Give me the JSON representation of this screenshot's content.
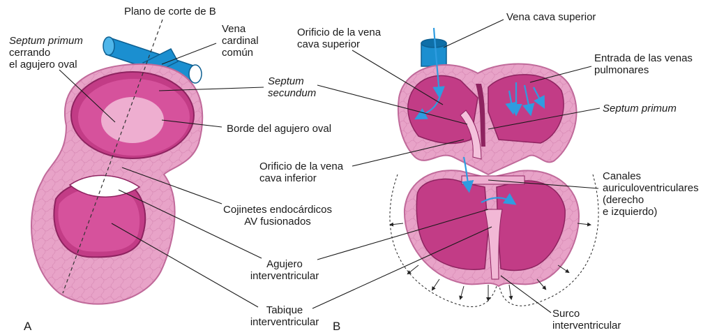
{
  "panel_a": {
    "letter": "A",
    "labels": {
      "plane": "Plano de corte de B",
      "septum_primum_title": "Septum primum",
      "septum_primum_rest": "cerrando\nel agujero oval",
      "vena_cardinal": "Vena\ncardinal\ncomún",
      "septum_secundum": "Septum\nsecundum",
      "borde": "Borde del agujero oval",
      "cojinetes": "Cojinetes endocárdicos\nAV fusionados",
      "agujero_iv": "Agujero\ninterventricular",
      "tabique": "Tabique\ninterventricular"
    }
  },
  "panel_b": {
    "letter": "B",
    "labels": {
      "vena_cava_sup": "Vena cava superior",
      "orificio_sup": "Orificio de la vena\ncava superior",
      "venas_pulm": "Entrada de las venas\npulmonares",
      "septum_primum": "Septum primum",
      "orificio_inf": "Orificio de la vena\ncava inferior",
      "canales_av": "Canales\nauriculoventriculares\n(derecho\ne izquierdo)",
      "surco": "Surco\ninterventricular"
    }
  },
  "colors": {
    "tissue": "#e7a0c6",
    "wall": "#c23c86",
    "lumen": "#d6529c",
    "vessel": "#1b8fd0",
    "arrow": "#2f9ce0"
  }
}
